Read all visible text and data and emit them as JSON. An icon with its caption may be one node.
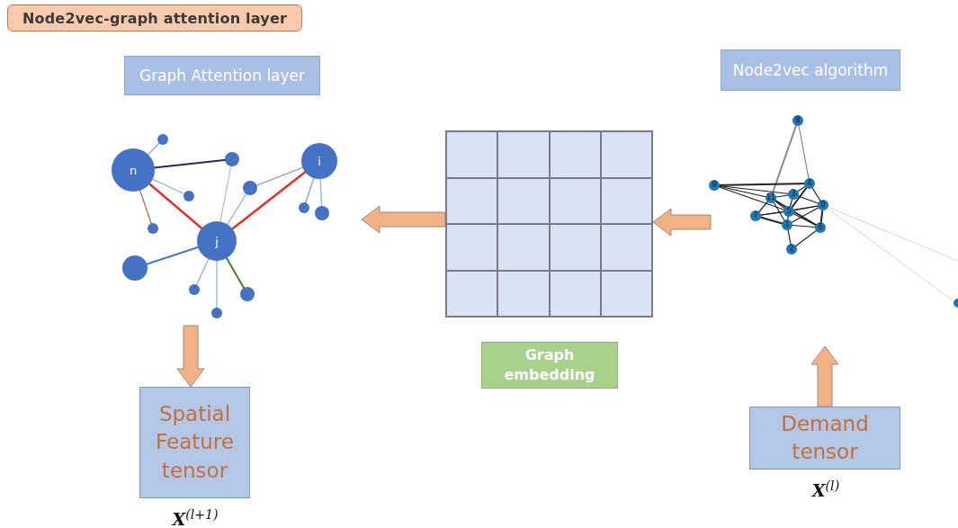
{
  "diagram": {
    "title": "Node2vec-graph attention layer",
    "nodes": [
      {
        "text": [
          "Graph Attention layer"
        ]
      },
      {
        "text": [],
        "shape": "picture"
      },
      {
        "text": [
          "Spatial Feature tensor"
        ],
        "beside": [
          "**X**$^{(l+1)}$"
        ]
      },
      {
        "text": [],
        "shape": "box"
      },
      {
        "text": [
          "Graph embedding"
        ]
      },
      {
        "text": [
          "Node2vec algorithm"
        ]
      },
      {
        "text": [],
        "shape": "picture"
      },
      {
        "text": [
          "Demand tensor"
        ],
        "beside": [
          "**X**$^{(l)}$"
        ]
      }
    ],
    "edges": [
      {
        "from": 7,
        "to": 6,
        "arrow": "to"
      },
      {
        "from": 6,
        "to": 3,
        "arrow": "to"
      },
      {
        "from": 3,
        "to": 1,
        "arrow": "to"
      },
      {
        "from": 1,
        "to": 2,
        "arrow": "to"
      }
    ],
    "labels": [
      "n",
      "i",
      "j",
      "8",
      "9",
      "4",
      "11",
      "3",
      "0",
      "5",
      "7",
      "1",
      "6",
      "2"
    ]
  }
}
